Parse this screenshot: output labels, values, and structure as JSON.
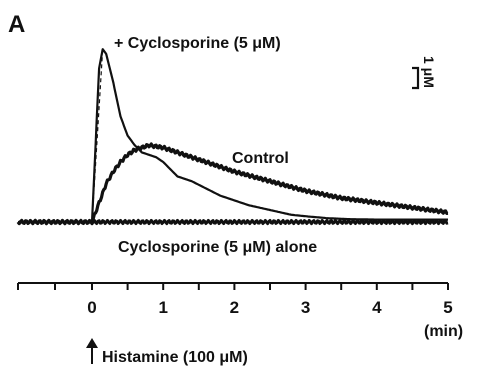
{
  "panel_label": "A",
  "chart_data": {
    "type": "line",
    "xlabel": "(min)",
    "ylabel": "",
    "xlim": [
      -1,
      5
    ],
    "ylim": [
      0,
      4.0
    ],
    "x_ticks": [
      0,
      1,
      2,
      3,
      4,
      5
    ],
    "x_tick_labels": [
      "0",
      "1",
      "2",
      "3",
      "4",
      "5"
    ],
    "grid": false,
    "scale_bar": {
      "value": 1,
      "label": "1 μM"
    },
    "stimulus": {
      "x": 0,
      "label": "Histamine (100 μM)"
    },
    "series": [
      {
        "name": "+ Cyclosporine (5 μM)",
        "x": [
          -1,
          -0.5,
          0,
          0.05,
          0.1,
          0.15,
          0.2,
          0.3,
          0.4,
          0.5,
          0.6,
          0.7,
          0.8,
          0.9,
          1.0,
          1.1,
          1.2,
          1.4,
          1.6,
          1.8,
          2.0,
          2.2,
          2.5,
          2.8,
          3.0,
          3.3,
          3.6,
          4.0,
          4.5,
          5.0
        ],
        "y": [
          0,
          0,
          0,
          1.6,
          3.2,
          3.6,
          3.5,
          2.9,
          2.2,
          1.8,
          1.6,
          1.45,
          1.4,
          1.35,
          1.25,
          1.1,
          0.95,
          0.85,
          0.7,
          0.55,
          0.45,
          0.35,
          0.25,
          0.15,
          0.12,
          0.08,
          0.06,
          0.05,
          0.05,
          0.05
        ]
      },
      {
        "name": "Control",
        "x": [
          -1,
          -0.5,
          0,
          0.1,
          0.2,
          0.3,
          0.4,
          0.5,
          0.6,
          0.7,
          0.8,
          1.0,
          1.2,
          1.5,
          2.0,
          2.5,
          3.0,
          3.5,
          4.0,
          4.5,
          5.0
        ],
        "y": [
          0,
          0,
          0,
          0.4,
          0.8,
          1.05,
          1.25,
          1.4,
          1.5,
          1.55,
          1.6,
          1.55,
          1.45,
          1.3,
          1.05,
          0.85,
          0.65,
          0.5,
          0.4,
          0.3,
          0.2
        ]
      },
      {
        "name": "Cyclosporine (5 μM) alone",
        "x": [
          -1,
          0,
          1,
          2,
          3,
          4,
          5
        ],
        "y": [
          0,
          0,
          0,
          0,
          0,
          0,
          0
        ]
      }
    ]
  }
}
